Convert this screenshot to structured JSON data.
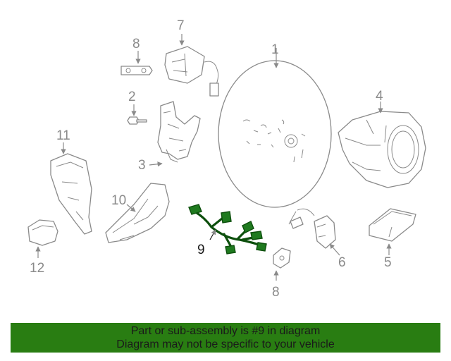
{
  "callouts": {
    "c1": "1",
    "c2": "2",
    "c3": "3",
    "c4": "4",
    "c5": "5",
    "c6": "6",
    "c7": "7",
    "c8a": "8",
    "c8b": "8",
    "c9": "9",
    "c10": "10",
    "c11": "11",
    "c12": "12"
  },
  "highlighted_part": "9",
  "colors": {
    "banner": "#297d12",
    "highlight_part": "#1f7a1f",
    "line_art": "#8a8a8a"
  },
  "banner": {
    "line1": "Part or sub-assembly is #9 in diagram",
    "line2": "Diagram may not be specific to your vehicle"
  }
}
